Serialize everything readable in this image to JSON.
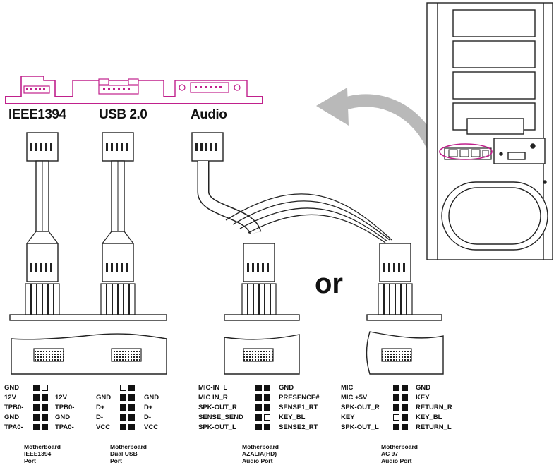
{
  "header_labels": {
    "ieee1394": "IEEE1394",
    "usb": "USB 2.0",
    "audio": "Audio"
  },
  "or_label": "or",
  "blocks": {
    "ieee1394": {
      "left": [
        "GND",
        "12V",
        "TPB0-",
        "GND",
        "TPA0-"
      ],
      "right": [
        "",
        "12V",
        "TPB0-",
        "GND",
        "TPA0-"
      ],
      "caption": [
        "Motherboard",
        "IEEE1394",
        "Port"
      ]
    },
    "usb": {
      "left": [
        "GND",
        "D+",
        "D-",
        "VCC"
      ],
      "right": [
        "GND",
        "D+",
        "D-",
        "VCC"
      ],
      "caption": [
        "Motherboard",
        "Dual USB",
        "Port"
      ]
    },
    "azalia": {
      "left": [
        "MIC-IN_L",
        "MIC IN_R",
        "SPK-OUT_R",
        "SENSE_SEND",
        "SPK-OUT_L"
      ],
      "right": [
        "GND",
        "PRESENCE#",
        "SENSE1_RT",
        "KEY_BL",
        "SENSE2_RT"
      ],
      "caption": [
        "Motherboard",
        "AZALIA(HD)",
        "Audio Port"
      ]
    },
    "ac97": {
      "left": [
        "MIC",
        "MIC +5V",
        "SPK-OUT_R",
        "KEY",
        "SPK-OUT_L"
      ],
      "right": [
        "GND",
        "KEY",
        "RETURN_R",
        "KEY_BL",
        "RETURN_L"
      ],
      "caption": [
        "Motherboard",
        "AC 97",
        "Audio Port"
      ]
    }
  }
}
